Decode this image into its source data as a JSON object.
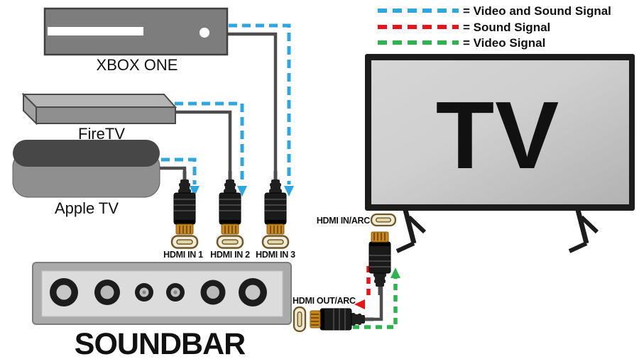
{
  "legend": {
    "items": [
      {
        "id": "video-and-sound",
        "label": "= Video and Sound Signal",
        "color": "#2ea7e0"
      },
      {
        "id": "sound",
        "label": "= Sound Signal",
        "color": "#e8131b"
      },
      {
        "id": "video",
        "label": "= Video Signal",
        "color": "#2cb54a"
      }
    ]
  },
  "devices": {
    "xbox_label": "XBOX ONE",
    "firetv_label": "FireTV",
    "appletv_label": "Apple TV",
    "soundbar_label": "SOUNDBAR",
    "tv_label": "TV"
  },
  "ports": {
    "in1": "HDMI IN 1",
    "in2": "HDMI IN 2",
    "in3": "HDMI IN 3",
    "in_arc": "HDMI IN/ARC",
    "out_arc": "HDMI OUT/ARC"
  },
  "colors": {
    "video_and_sound_signal": "#2ea7e0",
    "sound_signal": "#e8131b",
    "video_signal": "#2cb54a",
    "cable": "#4d4d4d",
    "connector_gold": "#c8871c"
  }
}
